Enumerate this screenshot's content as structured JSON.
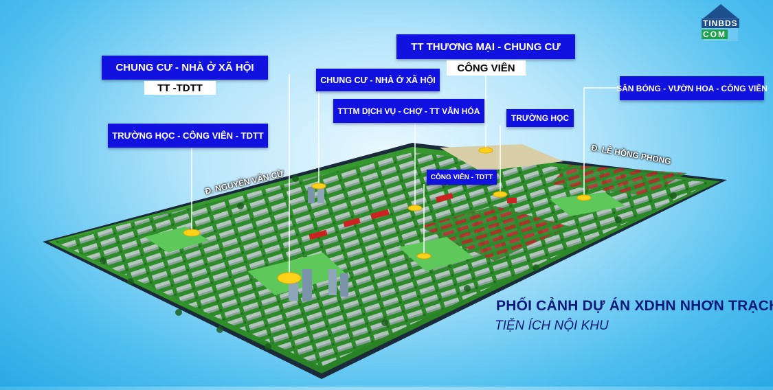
{
  "labels": {
    "chung_cu_left": "CHUNG CƯ - NHÀ Ở XÃ HỘI",
    "tt_tdtt": "TT -TDTT",
    "truong_hoc_cong_vien": "TRƯỜNG HỌC - CÔNG VIÊN - TDTT",
    "chung_cu_mid": "CHUNG CƯ - NHÀ Ở XÃ HỘI",
    "tttm_dich_vu": "TTTM DỊCH VỤ - CHỢ - TT VĂN HÓA",
    "tt_thuong_mai": "TT THƯƠNG MẠI - CHUNG CƯ",
    "cong_vien": "CÔNG VIÊN",
    "truong_hoc": "TRƯỜNG HỌC",
    "san_bong": "SÂN BÓNG - VƯỜN HOA - CÔNG VIÊN",
    "cong_vien_tdtt": "CÔNG VIÊN - TDTT"
  },
  "roads": {
    "nguyen_van_cu": "Đ. NGUYỄN VĂN CỪ",
    "le_hong_phong": "Đ. LÊ HỒNG PHONG"
  },
  "caption": {
    "title": "PHỐI CẢNH DỰ ÁN XDHN NHƠN TRẠCH",
    "subtitle": "TIỆN ÍCH NỘI KHU"
  },
  "logo": {
    "line1": "TINBDS",
    "line2": "COM"
  },
  "colors": {
    "label_bg": "#1212e0",
    "marker": "#ffd21a",
    "caption": "#0d1a7a"
  }
}
